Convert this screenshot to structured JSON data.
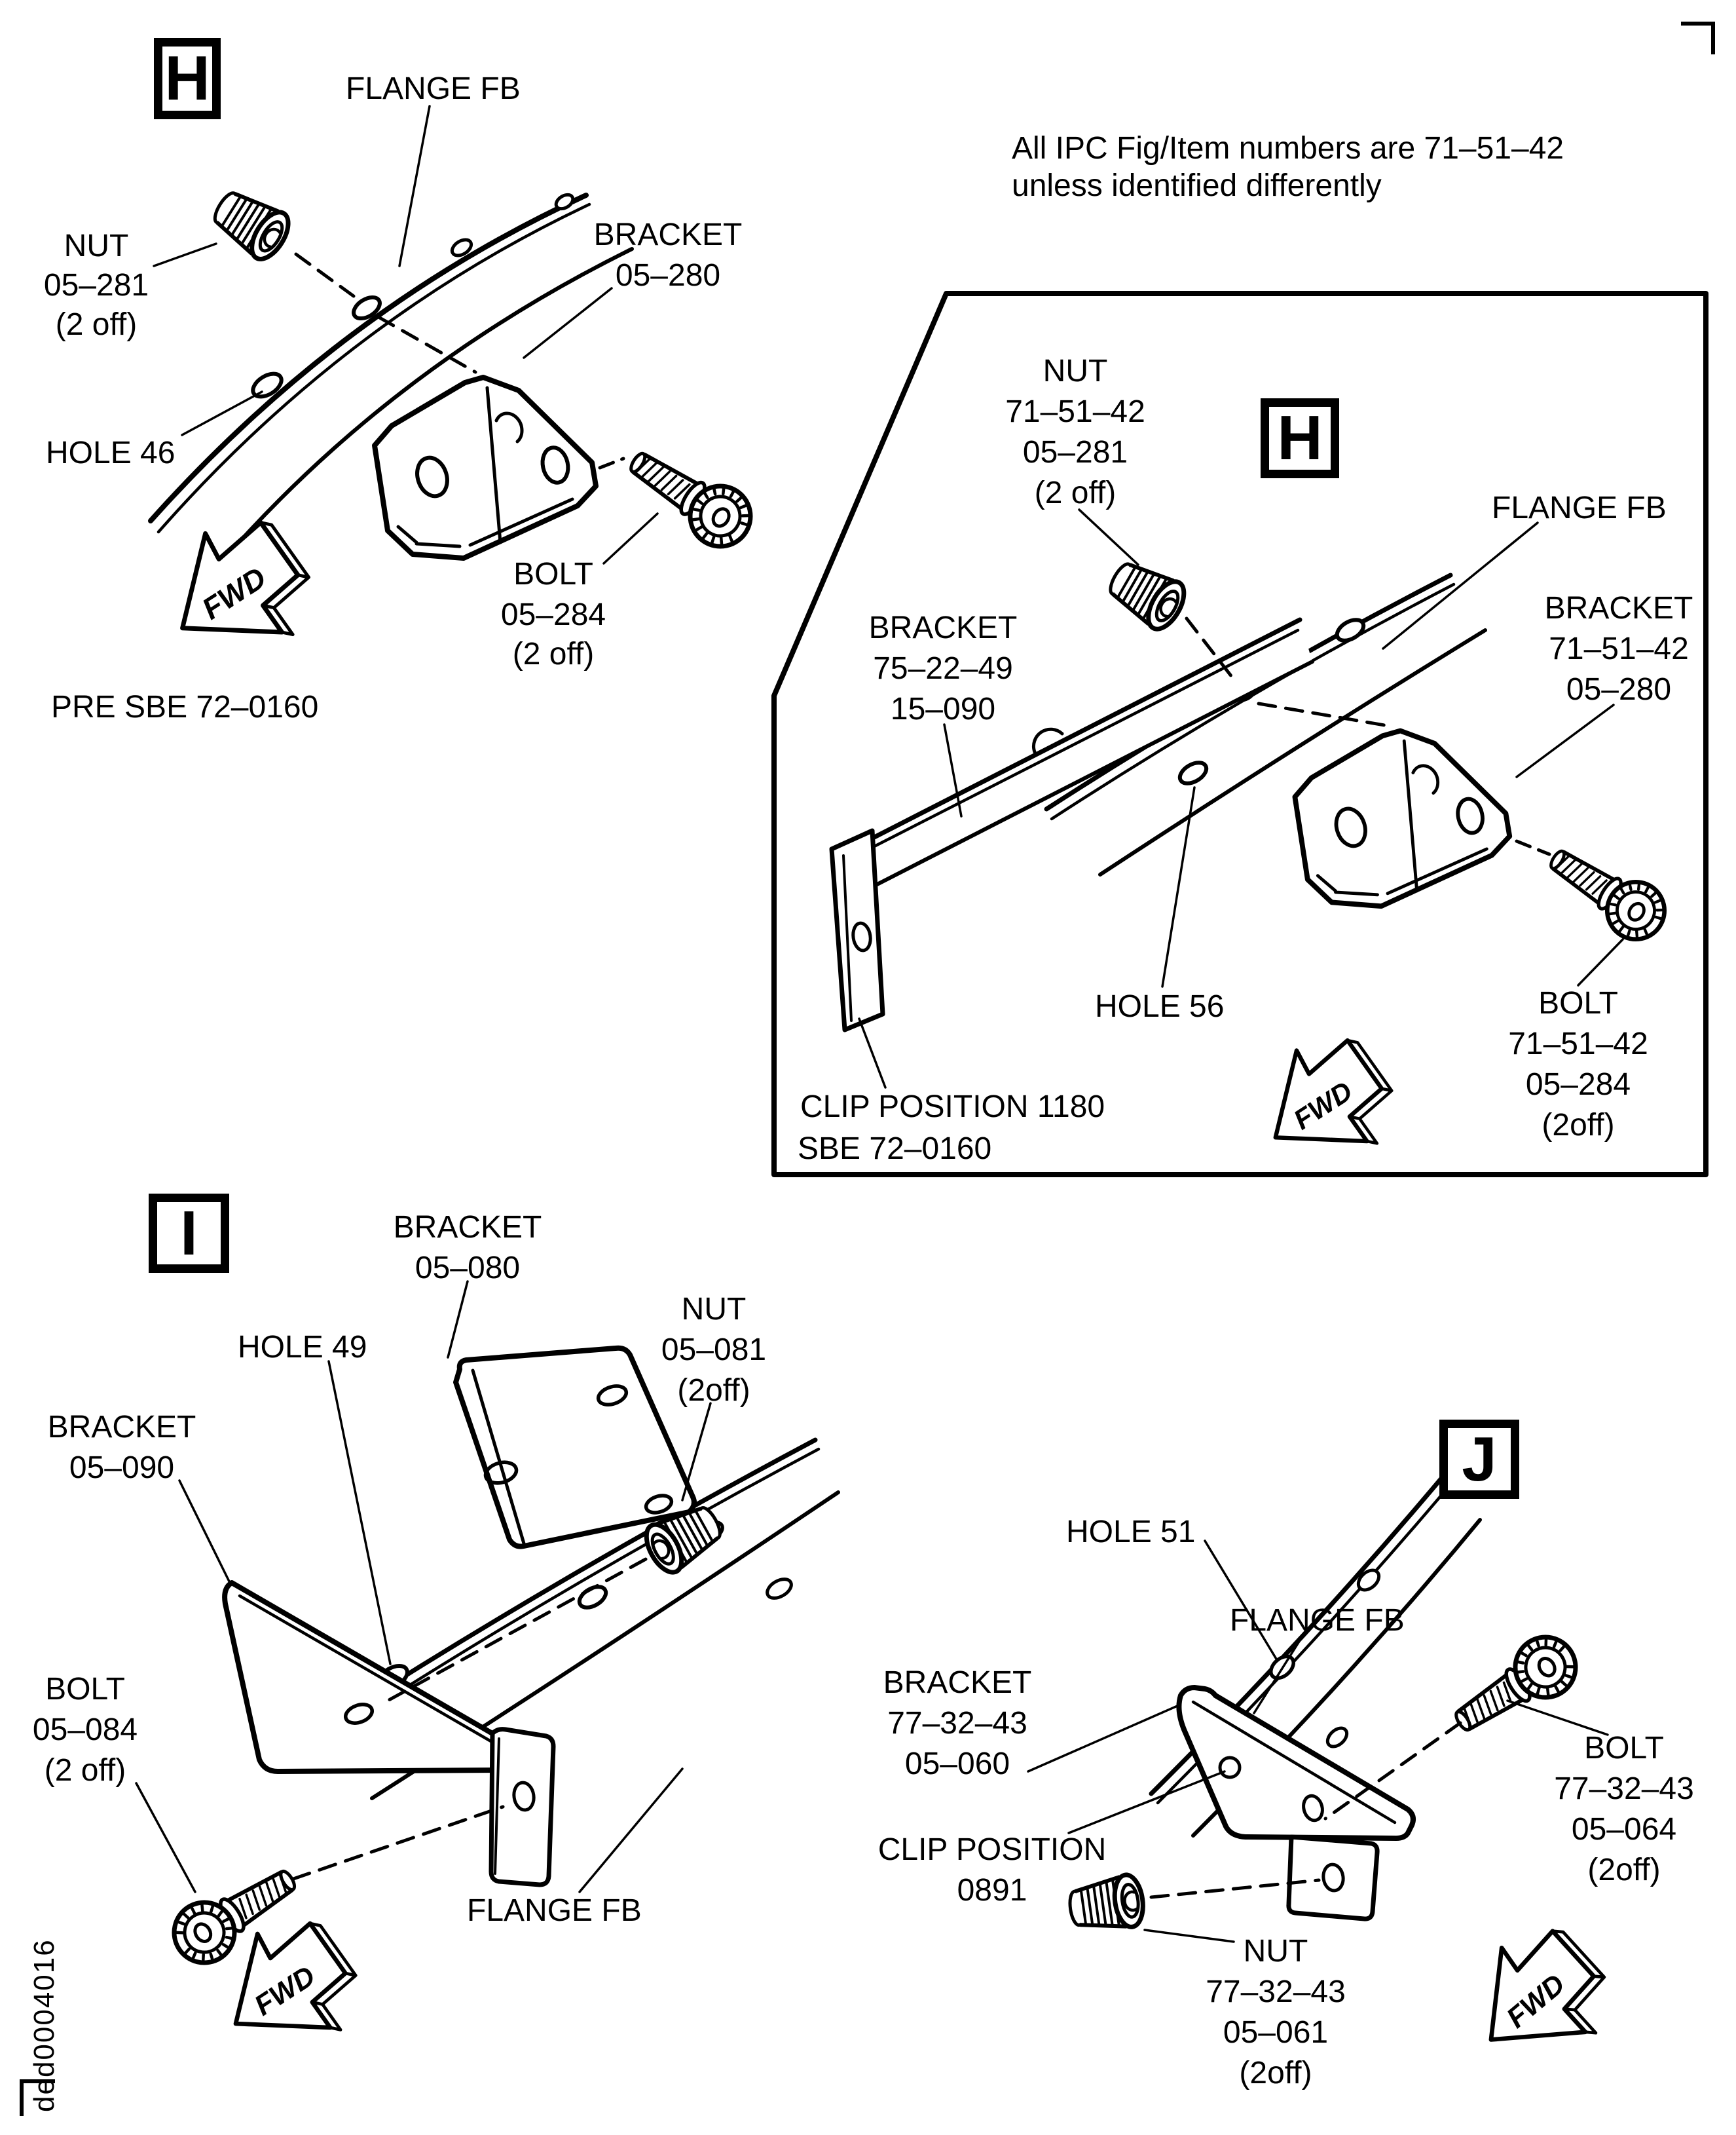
{
  "page": {
    "figure_code": "ded0004016",
    "ink_color": "#000000",
    "paper_color": "#ffffff",
    "note": {
      "line1": "All IPC Fig/Item numbers are 71–51–42",
      "line2": "unless identified differently"
    }
  },
  "pre_sbe": {
    "detail_letter": "H",
    "caption": "PRE SBE 72–0160",
    "flange_label": "FLANGE FB",
    "nut_label": {
      "l1": "NUT",
      "l2": "05–281",
      "l3": "(2 off)"
    },
    "hole_label": "HOLE 46",
    "bracket_label": {
      "l1": "BRACKET",
      "l2": "05–280"
    },
    "bolt_label": {
      "l1": "BOLT",
      "l2": "05–284",
      "l3": "(2 off)"
    },
    "fwd": "FWD"
  },
  "sbe": {
    "detail_letter": "H",
    "caption": "SBE 72–0160",
    "nut_label": {
      "l1": "NUT",
      "l2": "71–51–42",
      "l3": "05–281",
      "l4": "(2 off)"
    },
    "flange_label": "FLANGE FB",
    "strip_bracket_label": {
      "l1": "BRACKET",
      "l2": "75–22–49",
      "l3": "15–090"
    },
    "bracket_label": {
      "l1": "BRACKET",
      "l2": "71–51–42",
      "l3": "05–280"
    },
    "hole_label": "HOLE 56",
    "bolt_label": {
      "l1": "BOLT",
      "l2": "71–51–42",
      "l3": "05–284",
      "l4": "(2off)"
    },
    "clip_label": "CLIP POSITION 1180",
    "fwd": "FWD"
  },
  "detail_i": {
    "detail_letter": "I",
    "bracket_top_label": {
      "l1": "BRACKET",
      "l2": "05–080"
    },
    "hole_label": "HOLE 49",
    "nut_label": {
      "l1": "NUT",
      "l2": "05–081",
      "l3": "(2off)"
    },
    "bracket_left_label": {
      "l1": "BRACKET",
      "l2": "05–090"
    },
    "bolt_label": {
      "l1": "BOLT",
      "l2": "05–084",
      "l3": "(2 off)"
    },
    "flange_label": "FLANGE FB",
    "fwd": "FWD"
  },
  "detail_j": {
    "detail_letter": "J",
    "hole_label": "HOLE 51",
    "flange_label": "FLANGE FB",
    "bracket_label": {
      "l1": "BRACKET",
      "l2": "77–32–43",
      "l3": "05–060"
    },
    "bolt_label": {
      "l1": "BOLT",
      "l2": "77–32–43",
      "l3": "05–064",
      "l4": "(2off)"
    },
    "clip_label": {
      "l1": "CLIP POSITION",
      "l2": "0891"
    },
    "nut_label": {
      "l1": "NUT",
      "l2": "77–32–43",
      "l3": "05–061",
      "l4": "(2off)"
    },
    "fwd": "FWD"
  }
}
